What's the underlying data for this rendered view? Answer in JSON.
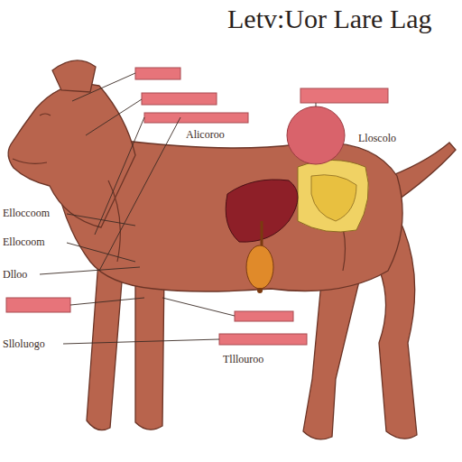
{
  "diagram": {
    "title": "Letv:Uor Lare Lag",
    "labels": [
      "Alicoroo",
      "Lloscolo",
      "Elloccoom",
      "Ellocoom",
      "Dlloo",
      "Slloluogo",
      "Tlllouroo"
    ]
  }
}
